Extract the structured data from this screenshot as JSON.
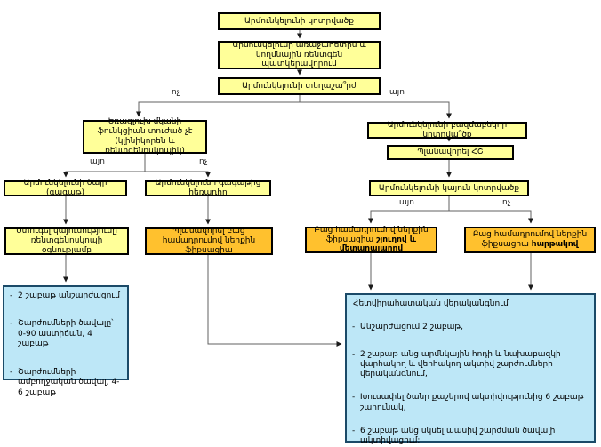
{
  "diagram": {
    "nodes": {
      "fracture": {
        "label": "Արմունկելունի կոտրվածք"
      },
      "imaging": {
        "label": "Արմունկելունի առաջահետին և կողմնային ռենտգեն պատկերավորում"
      },
      "displacement": {
        "label": "Արմունկելունի տեղաշա՞րժ"
      },
      "triceps": {
        "label": "Եռագլուխ մկանի ֆունկցիան տուժած չէ (կլինիկորեն և ռենտգենոսկոպիկ)"
      },
      "comminuted": {
        "label": "Արմունկելունի բազմաբեկոր կոտրվա՞ծք"
      },
      "plan_ct": {
        "label": "Պլանավորել ՀՇ"
      },
      "stable": {
        "label": "Արմունկելունի կայուն կոտրվածք"
      },
      "tip": {
        "label": "Արմունկելունի ծայր (գագաթ)"
      },
      "distal": {
        "label": "Արմունկելունի գագաթից հեռադիր"
      },
      "check_stability": {
        "label": "Ստուգել կայունությունը ռենտգենոսկոպի օգնությամբ"
      },
      "plan_orif": {
        "label": "Պլանավորել բաց համադրումով ներքին ֆիքսացիա"
      },
      "orif_wire": {
        "text": "Բաց համադրումով ներքին ֆիքսացիա",
        "bold": "շյուղով և մետաղալարով"
      },
      "orif_plate": {
        "text": "Բաց համադրումով ներքին ֆիքսացիա",
        "bold": "հարթակով"
      }
    },
    "edge_labels": {
      "yes": "այո",
      "no": "ոչ"
    },
    "left_panel": {
      "items": [
        "2 շաբաթ անշարժացում",
        "Շարժումների ծավալը՝ 0-90 աստիճան, 4 շաբաթ",
        "Շարժումների ամբողջական ծավալ, 4-6 շաբաթ"
      ]
    },
    "right_panel": {
      "title": "Հետվիրահատական վերականգնում",
      "items": [
        "Անշարժացում 2 շաբաթ,",
        "2 շաբաթ անց արմնկային հոդի և նախաբազկի վարհակող և վերհակող ակտիվ շարժումների վերականգնում,",
        "Խուսափել ծանր քաշերով ակտիվությունից 6 շաբաթ շարունակ,",
        "6 շաբաթ անց սկսել պասիվ շարժման ծավալի ակտիվացում:"
      ]
    },
    "colors": {
      "decision_fill": "#FFFF99",
      "action_fill": "#FFC12E",
      "panel_fill": "#BDE7F7",
      "panel_border": "#1B4A68",
      "node_border": "#000000",
      "connector": "#606060"
    }
  }
}
